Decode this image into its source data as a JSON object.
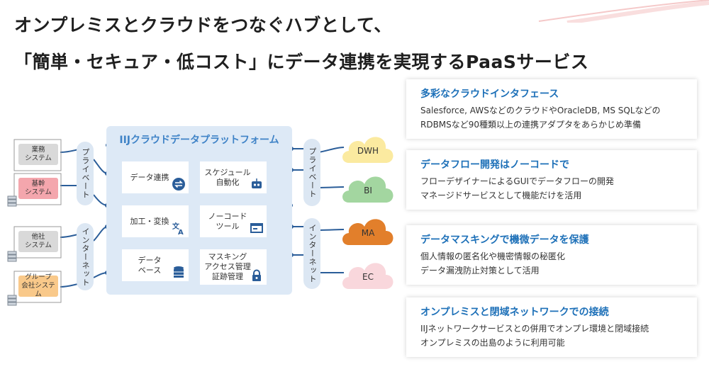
{
  "headline": {
    "line1": "オンプレミスとクラウドをつなぐハブとして、",
    "line2": "「簡単・セキュア・低コスト」にデータ連携を実現するPaaSサービス"
  },
  "platform": {
    "title": "IIJクラウドデータプラットフォーム",
    "functions": [
      {
        "label": "データ連携",
        "icon": "sync-icon"
      },
      {
        "label": "スケジュール\n自動化",
        "icon": "robot-icon"
      },
      {
        "label": "加工・変換",
        "icon": "translate-icon"
      },
      {
        "label": "ノーコード\nツール",
        "icon": "window-icon"
      },
      {
        "label": "データ\nベース",
        "icon": "database-icon"
      },
      {
        "label": "マスキング\nアクセス管理\n証跡管理",
        "icon": "lock-icon"
      }
    ]
  },
  "left_systems": [
    {
      "label": "業務\nシステム",
      "color": "#d9d9d9"
    },
    {
      "label": "基幹\nシステム",
      "color": "#f4a6ad"
    },
    {
      "label": "他社\nシステム",
      "color": "#d9d9d9"
    },
    {
      "label": "グループ\n会社システム",
      "color": "#f9c98a"
    }
  ],
  "pills": {
    "left_private": "プライベート",
    "left_internet": "インターネット",
    "right_private": "プライベート",
    "right_internet": "インターネット"
  },
  "clouds": [
    {
      "label": "DWH",
      "color": "#fbeaa0"
    },
    {
      "label": "BI",
      "color": "#a3d6a0"
    },
    {
      "label": "MA",
      "color": "#e27f2b"
    },
    {
      "label": "EC",
      "color": "#f9d7dc"
    }
  ],
  "features": [
    {
      "heading": "多彩なクラウドインタフェース",
      "lines": [
        "Salesforce, AWSなどのクラウドやOracleDB, MS SQLなどの",
        "RDBMSなど90種類以上の連携アダプタをあらかじめ準備"
      ]
    },
    {
      "heading": "データフロー開発はノーコードで",
      "lines": [
        "フローデザイナーによるGUIでデータフローの開発",
        "マネージドサービスとして機能だけを活用"
      ]
    },
    {
      "heading": "データマスキングで機微データを保護",
      "lines": [
        "個人情報の匿名化や機密情報の秘匿化",
        "データ漏洩防止対策として活用"
      ]
    },
    {
      "heading": "オンプレミスと閉域ネットワークでの接続",
      "lines": [
        "IIJネットワークサービスとの併用でオンプレ環境と閉域接続",
        "オンプレミスの出島のように利用可能"
      ]
    }
  ],
  "colors": {
    "accent": "#1d70b8",
    "platform_bg": "#dde9f6",
    "connector": "#2a5d99"
  }
}
